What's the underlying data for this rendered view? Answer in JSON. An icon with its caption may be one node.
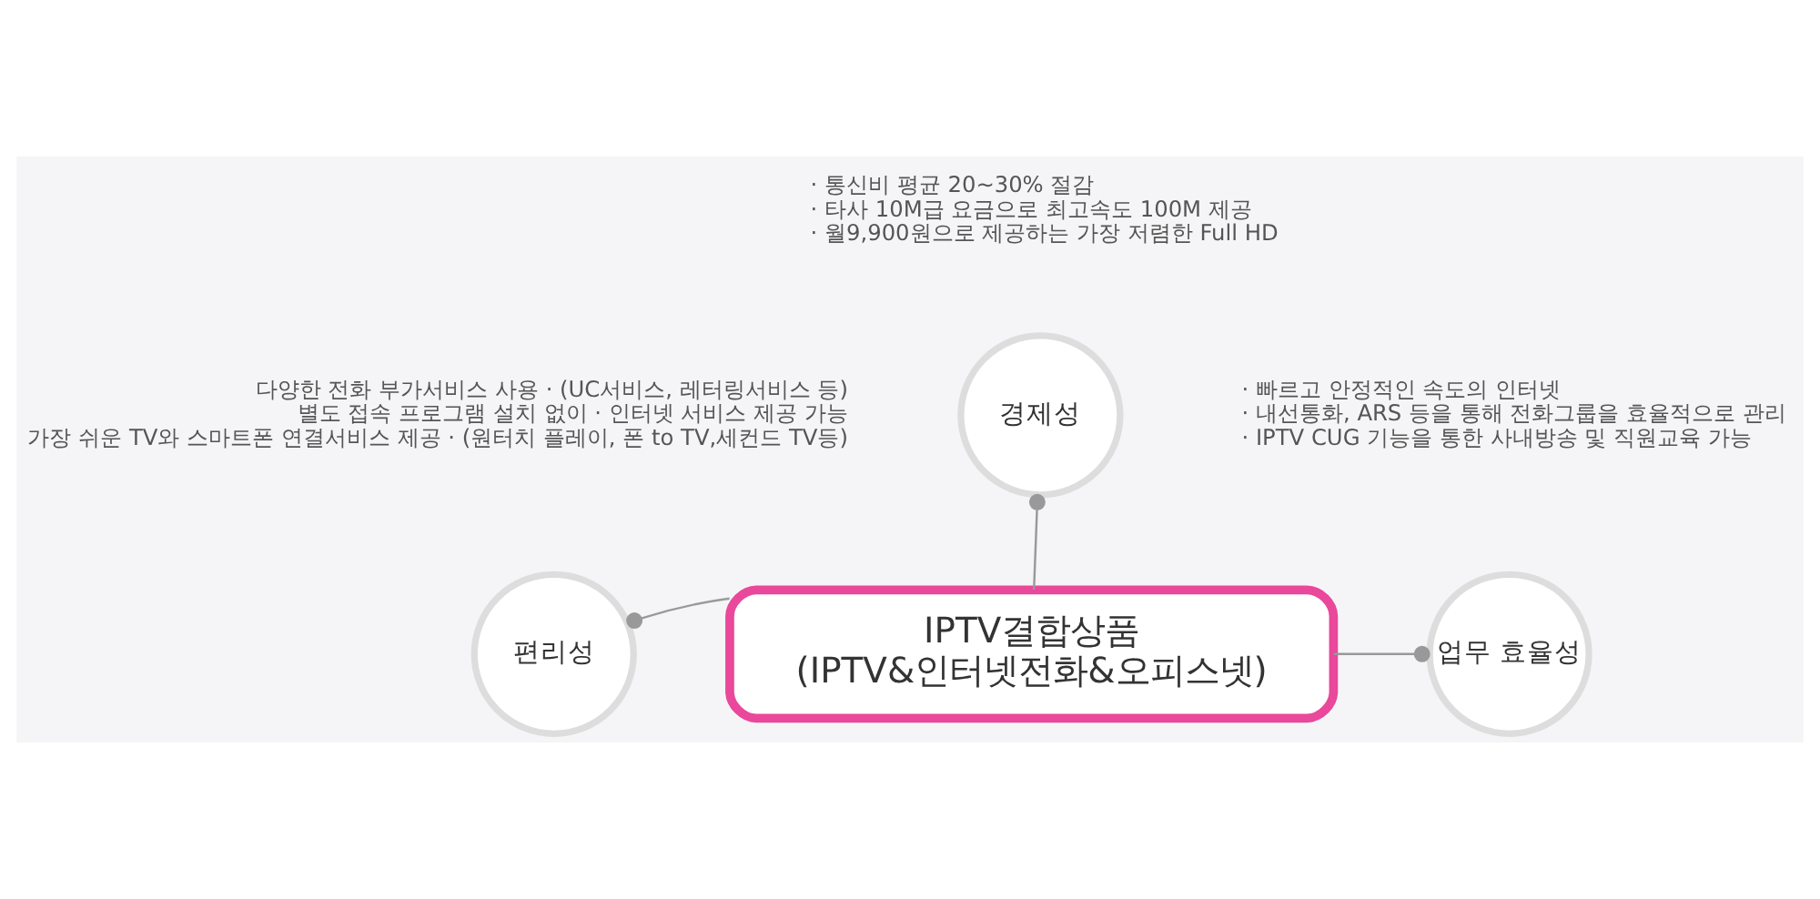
{
  "diagram": {
    "nodes": [
      {
        "text": [
          "IPTV결합상품",
          "(IPTV&인터넷전화&오피스넷)"
        ]
      },
      {
        "text": [
          "경제성"
        ],
        "beside": [
          "· 통신비 평균 20~30% 절감",
          "· 타사 10M급 요금으로 최고속도 100M 제공",
          "· 월9,900원으로 제공하는 가장 저렴한 Full HD"
        ]
      },
      {
        "text": [
          "편리성"
        ],
        "beside": [
          "다양한 전화 부가서비스 사용 · (UC서비스, 레터링서비스 등)",
          "별도 접속 프로그램 설치 없이 · 인터넷 서비스 제공 가능",
          "가장 쉬운 TV와 스마트폰 연결서비스 제공 · (원터치 플레이, 폰 to TV,세컨드 TV등)"
        ]
      },
      {
        "text": [
          "업무 효율성"
        ],
        "beside": [
          "· 빠르고 안정적인 속도의 인터넷",
          "· 내선통화, ARS 등을 통해 전화그룹을 효율적으로 관리",
          "· IPTV CUG 기능을 통한 사내방송 및 직원교육 가능"
        ]
      }
    ],
    "edges": [
      {
        "from": 0,
        "to": 1,
        "arrow": "other"
      },
      {
        "from": 0,
        "to": 2,
        "arrow": "other"
      },
      {
        "from": 0,
        "to": 3,
        "arrow": "other"
      }
    ]
  }
}
